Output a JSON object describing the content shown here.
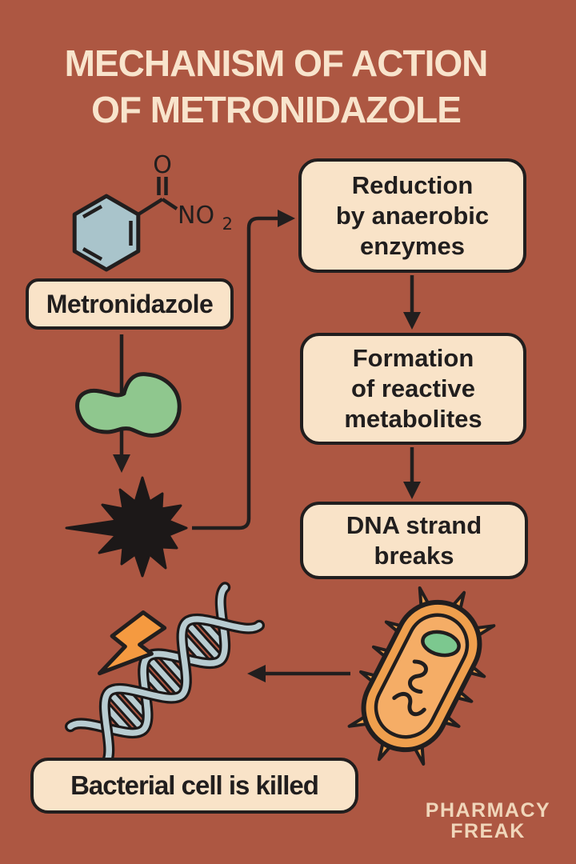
{
  "poster": {
    "title": {
      "line1": "MECHANISM OF ACTION",
      "line2": "OF METRONIDAZOLE"
    },
    "drug": {
      "label": "Metronidazole",
      "structure": {
        "carbonyl_oxygen": "O",
        "nitro_group_base": "NO",
        "nitro_group_subscript": "2"
      }
    },
    "flow_steps": [
      {
        "id": "reduction",
        "label": "Reduction\nby anaerobic\nenzymes"
      },
      {
        "id": "formation",
        "label": "Formation\nof reactive\nmetabolites"
      },
      {
        "id": "dna-breaks",
        "label": "DNA strand\nbreaks"
      },
      {
        "id": "outcome",
        "label": "Bacterial cell is killed"
      }
    ],
    "brand": {
      "line1": "PHARMACY",
      "line2": "FREAK"
    },
    "icons": [
      "benzene-ring-icon",
      "enzyme-blob-icon",
      "reactive-metabolite-burst-icon",
      "dna-helix-icon",
      "lightning-bolt-icon",
      "bacterium-icon"
    ],
    "colors": {
      "background": "#AD5742",
      "panel_fill": "#F9E3C8",
      "outline_ink": "#211E1E",
      "title_text": "#F8E4CC",
      "benzene_fill": "#A9C4CB",
      "enzyme_green": "#8FC78E",
      "burst_black": "#1C1818",
      "helix_blue": "#B8CCD1",
      "bolt_orange": "#F59A40",
      "bacterium_orange": "#EF9F4D",
      "bacterium_inner": "#F5AD66",
      "nucleoid_green": "#7CC88F",
      "brand_text": "#F0D6BA"
    }
  }
}
